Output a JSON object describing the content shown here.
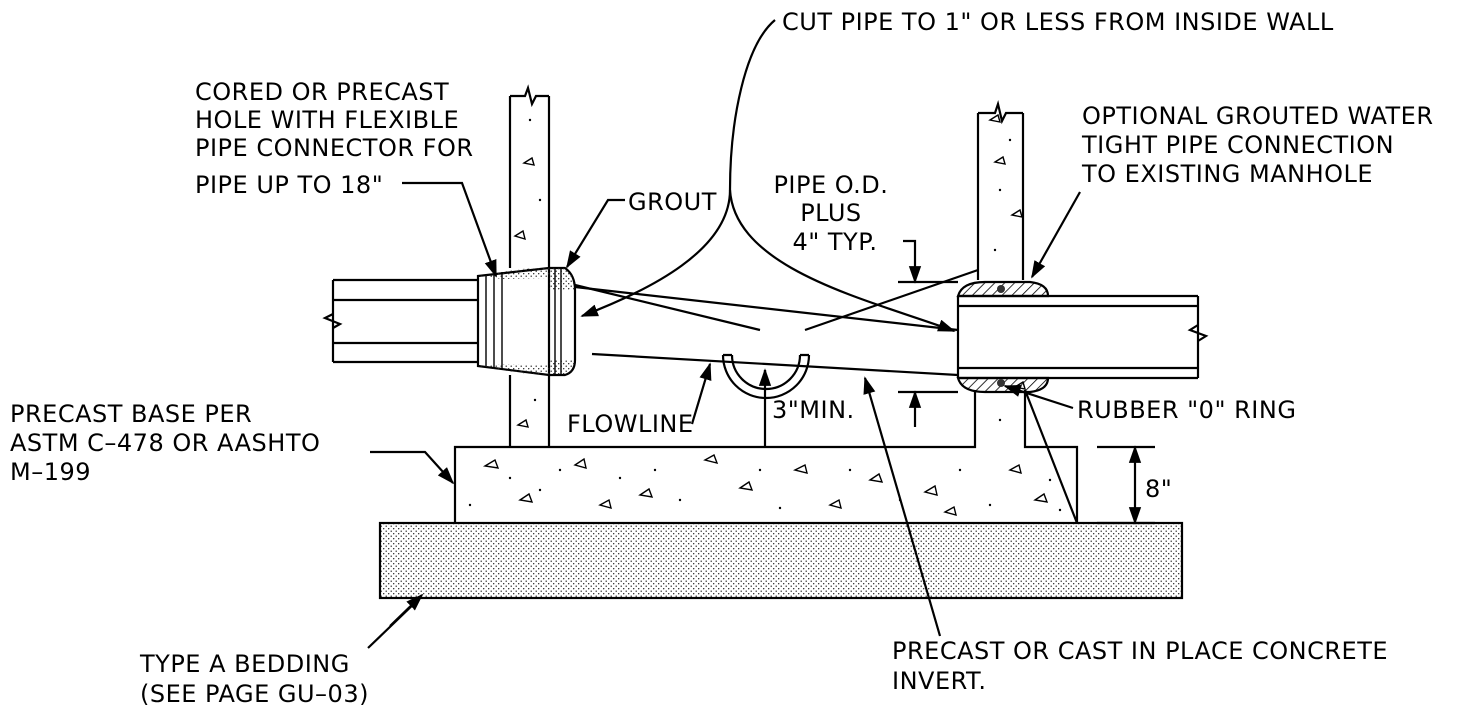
{
  "labels": {
    "cut_pipe": [
      "CUT PIPE TO 1\" OR LESS FROM INSIDE WALL"
    ],
    "cored_hole": [
      "CORED OR PRECAST",
      "HOLE WITH FLEXIBLE",
      "PIPE CONNECTOR FOR",
      "PIPE UP TO 18\""
    ],
    "grout": [
      "GROUT"
    ],
    "pipe_od": [
      "PIPE O.D.",
      "PLUS",
      "4\" TYP."
    ],
    "optional_grouted": [
      "OPTIONAL GROUTED WATER",
      "TIGHT PIPE CONNECTION",
      "TO EXISTING MANHOLE"
    ],
    "precast_base": [
      "PRECAST BASE PER",
      "ASTM C–478 OR AASHTO",
      "M–199"
    ],
    "flowline": [
      "FLOWLINE"
    ],
    "min_3": [
      "3\"MIN."
    ],
    "rubber_ring": [
      "RUBBER \"0\" RING"
    ],
    "dim_8": [
      "8\""
    ],
    "bedding": [
      "TYPE A BEDDING",
      "(SEE PAGE GU–03)"
    ],
    "invert": [
      "PRECAST OR CAST IN PLACE CONCRETE",
      "INVERT."
    ]
  }
}
